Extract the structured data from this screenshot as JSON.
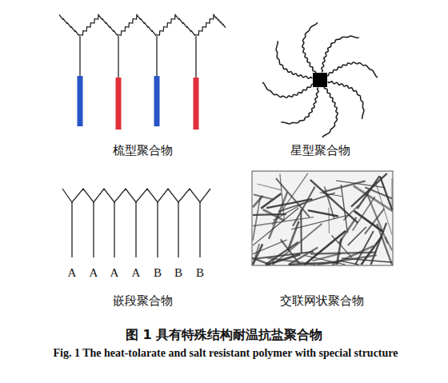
{
  "diagram": {
    "caption": "图 1 具有特殊结构耐温抗盐聚合物",
    "labels": [
      "梳型聚合物",
      "星型聚合物",
      "A",
      "A",
      "A",
      "A",
      "B",
      "B",
      "B",
      "嵌段聚合物",
      "交联网状聚合物",
      "Fig. 1 The heat-tolarate and salt resistant polymer with special structure"
    ]
  }
}
